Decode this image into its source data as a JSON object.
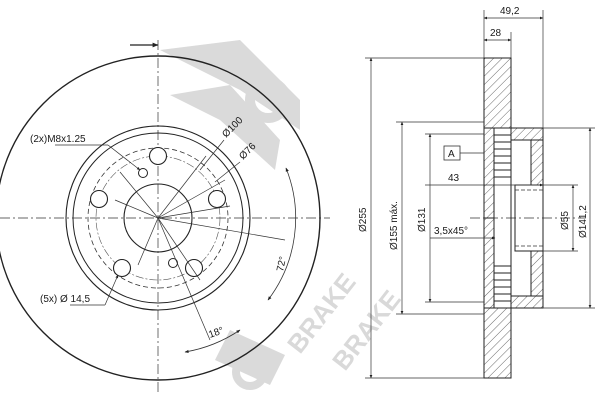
{
  "watermark": {
    "logo_letters": "R",
    "text": "BRAKE"
  },
  "front_view": {
    "thread_label": "(2x)M8x1.25",
    "bolt_holes_label": "(5x) Ø 14,5",
    "pcd_label": "Ø100",
    "hub_label": "Ø76",
    "angle_72_label": "72°",
    "angle_18_label": "18°"
  },
  "side_view": {
    "overall_width_label": "49,2",
    "disc_thickness_label": "28",
    "datum_label": "A",
    "offset_label": "43",
    "chamfer_label": "3,5x45°",
    "outer_diameter_label": "Ø255",
    "max_diameter_label": "Ø155 máx.",
    "hat_diameter_label": "Ø131",
    "center_bore_label": "Ø55",
    "flange_diameter_label": "Ø141,2"
  }
}
